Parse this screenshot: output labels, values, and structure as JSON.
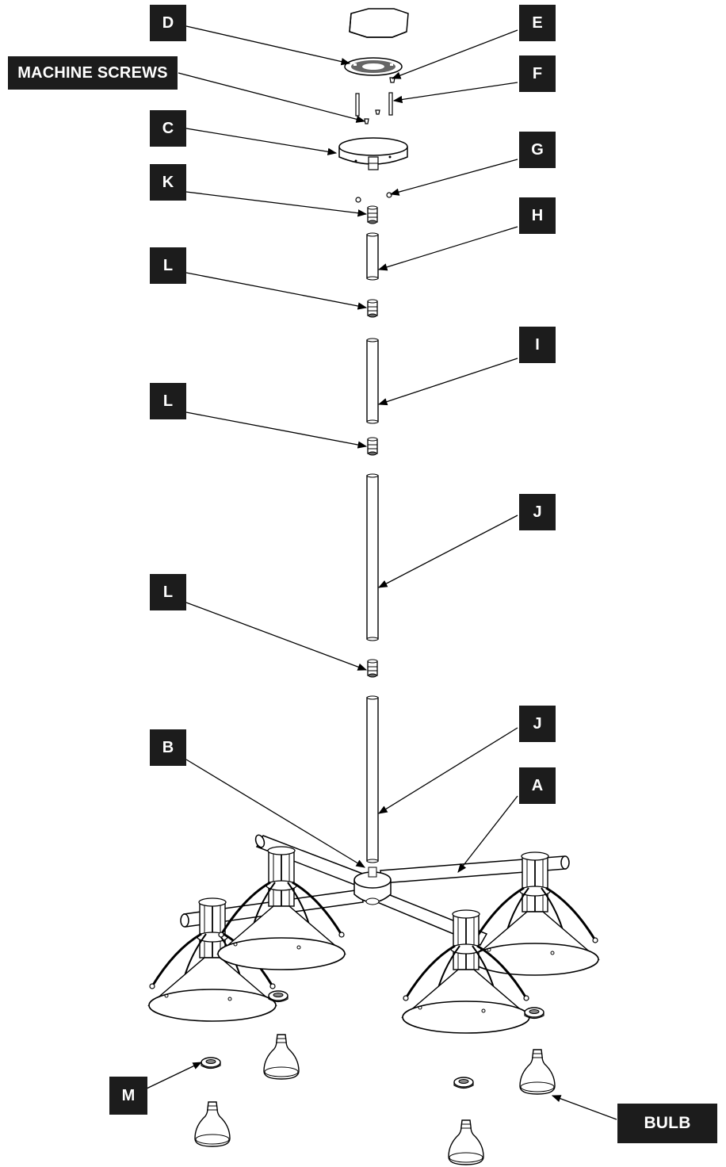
{
  "labels": {
    "d": "D",
    "e": "E",
    "machine_screws": "MACHINE SCREWS",
    "f": "F",
    "c": "C",
    "g": "G",
    "k": "K",
    "h": "H",
    "l1": "L",
    "i": "I",
    "l2": "L",
    "j1": "J",
    "l3": "L",
    "b": "B",
    "j2": "J",
    "a": "A",
    "m": "M",
    "bulb": "BULB"
  },
  "colors": {
    "label_bg": "#1c1c1c",
    "label_text": "#ffffff",
    "line": "#000000",
    "shade_fill": "#ffffff"
  }
}
